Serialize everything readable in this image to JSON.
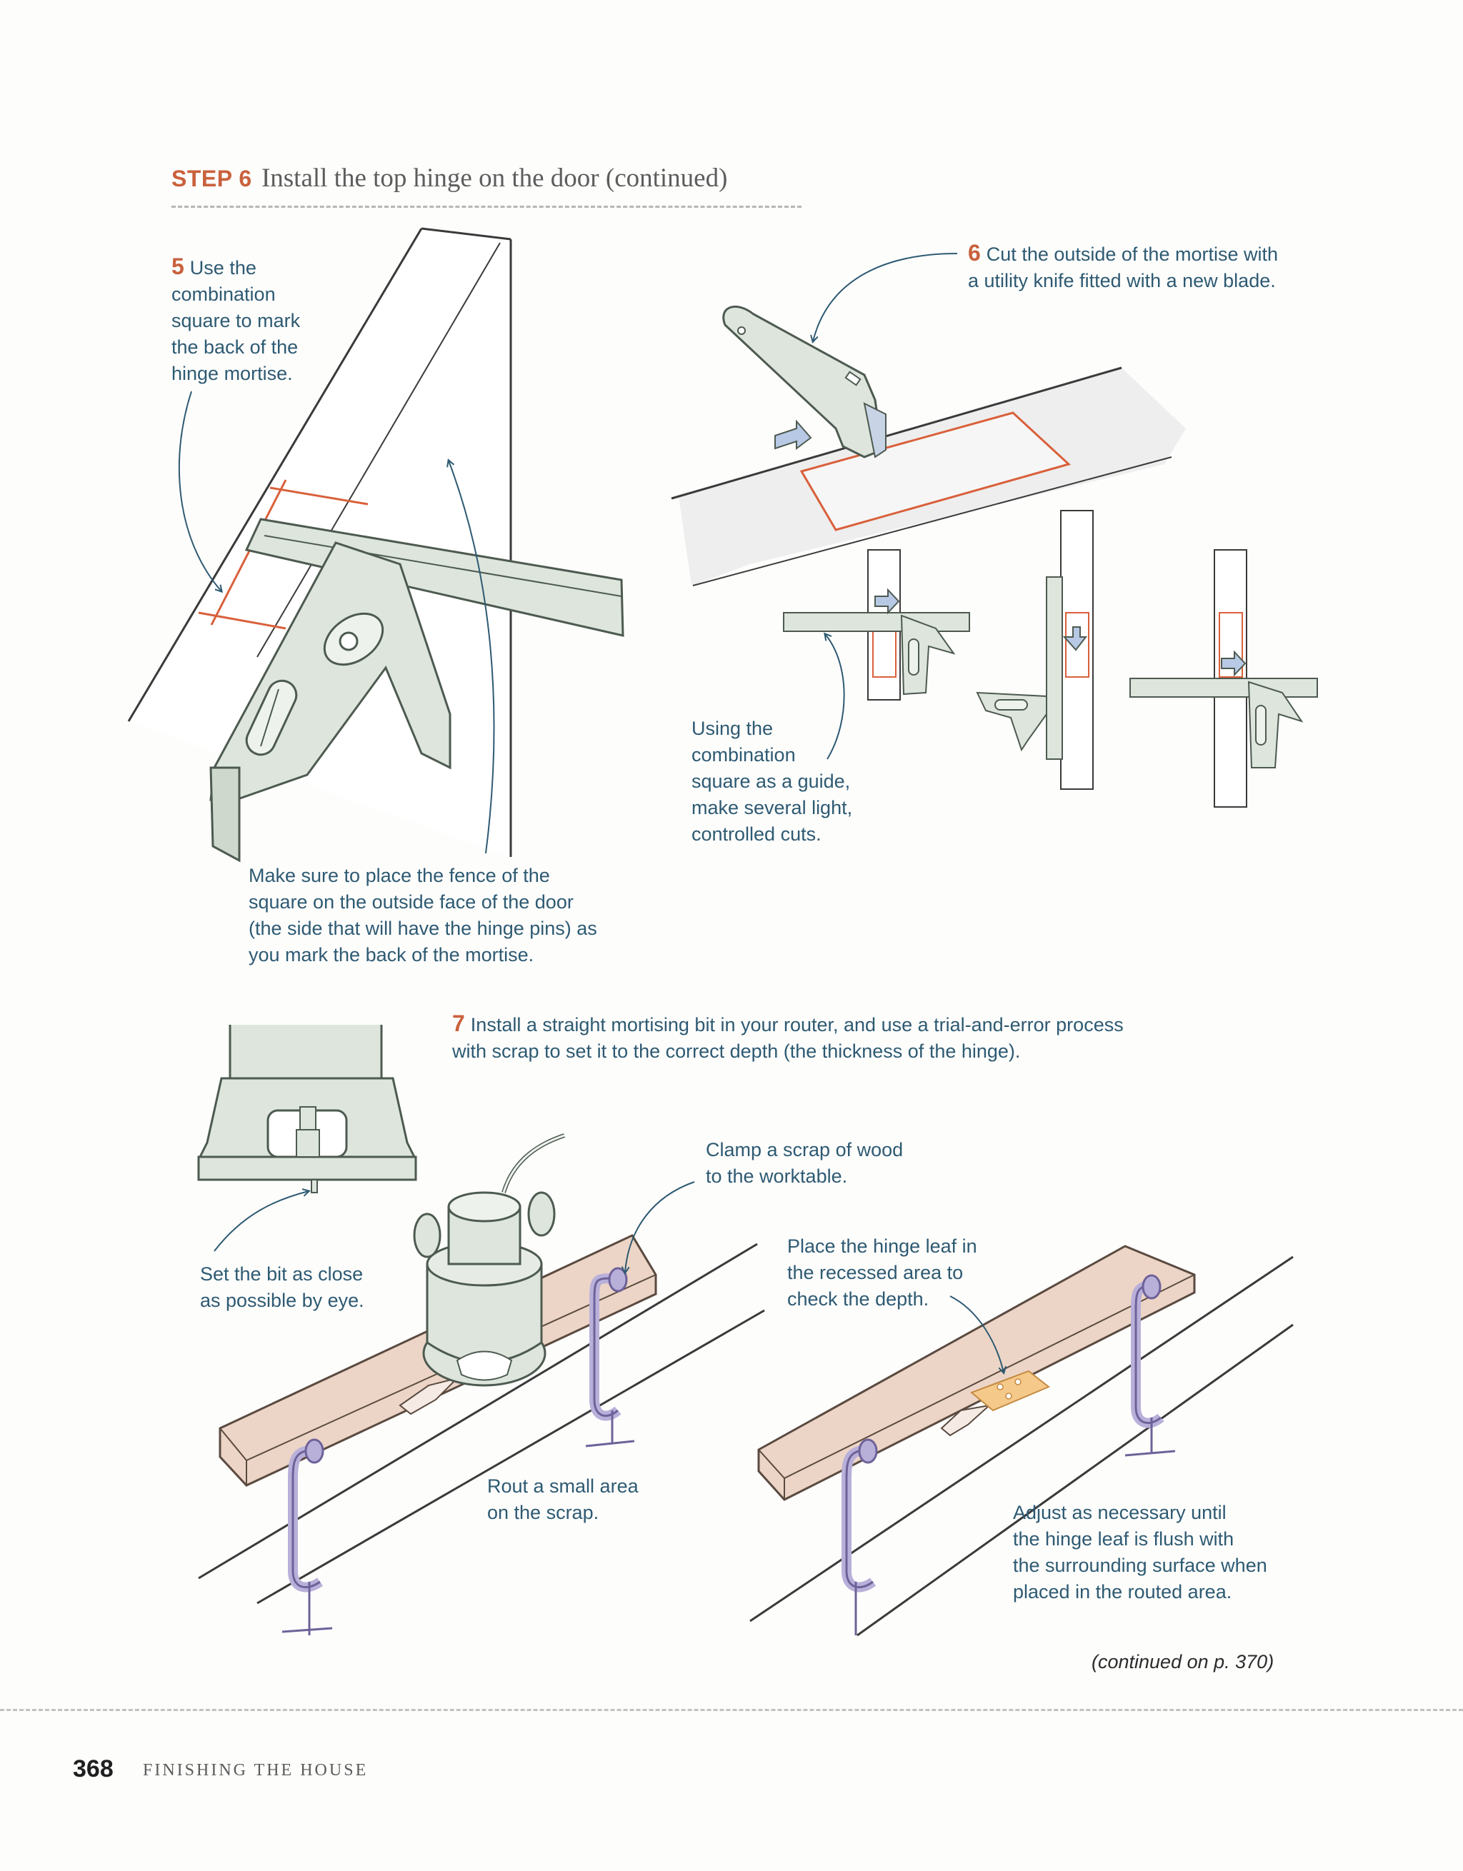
{
  "heading": {
    "step_label": "STEP 6",
    "title": "Install the top hinge on the door (continued)"
  },
  "captions": {
    "step5": {
      "number": "5",
      "lines": [
        "Use the",
        "combination",
        "square to mark",
        "the back of the",
        "hinge mortise."
      ]
    },
    "fence_note": {
      "lines": [
        "Make sure to place the fence of the",
        "square on the outside face of the door",
        "(the side that will have the hinge pins) as",
        "you mark the back of the mortise."
      ]
    },
    "step6": {
      "number": "6",
      "lines": [
        "Cut the outside of the mortise with",
        "a utility knife fitted with a new blade."
      ]
    },
    "guide_note": {
      "lines": [
        "Using the",
        "combination",
        "square as a guide,",
        "make several light,",
        "controlled cuts."
      ]
    },
    "step7": {
      "number": "7",
      "lines": [
        "Install a straight mortising bit in your router, and use a trial-and-error process",
        "with scrap to set it to the correct depth (the thickness of the hinge)."
      ]
    },
    "bit_note": {
      "lines": [
        "Set the bit as close",
        "as possible by eye."
      ]
    },
    "clamp_note": {
      "lines": [
        "Clamp a scrap of wood",
        "to the worktable."
      ]
    },
    "rout_note": {
      "lines": [
        "Rout a small area",
        "on the scrap."
      ]
    },
    "hinge_note": {
      "lines": [
        "Place the hinge leaf in",
        "the recessed area to",
        "check the depth."
      ]
    },
    "adjust_note": {
      "lines": [
        "Adjust as necessary until",
        "the hinge leaf is flush with",
        "the surrounding surface when",
        "placed in the routed area."
      ]
    }
  },
  "continued": "(continued on p. 370)",
  "footer": {
    "page_number": "368",
    "section": "FINISHING THE HOUSE"
  },
  "colors": {
    "accent_orange": "#c9613d",
    "caption_teal": "#2e5a72",
    "tool_gray": "#dde5dc",
    "wood": "#ecd5c6",
    "clamp": "#b9b0da",
    "hinge": "#f5c98a"
  }
}
